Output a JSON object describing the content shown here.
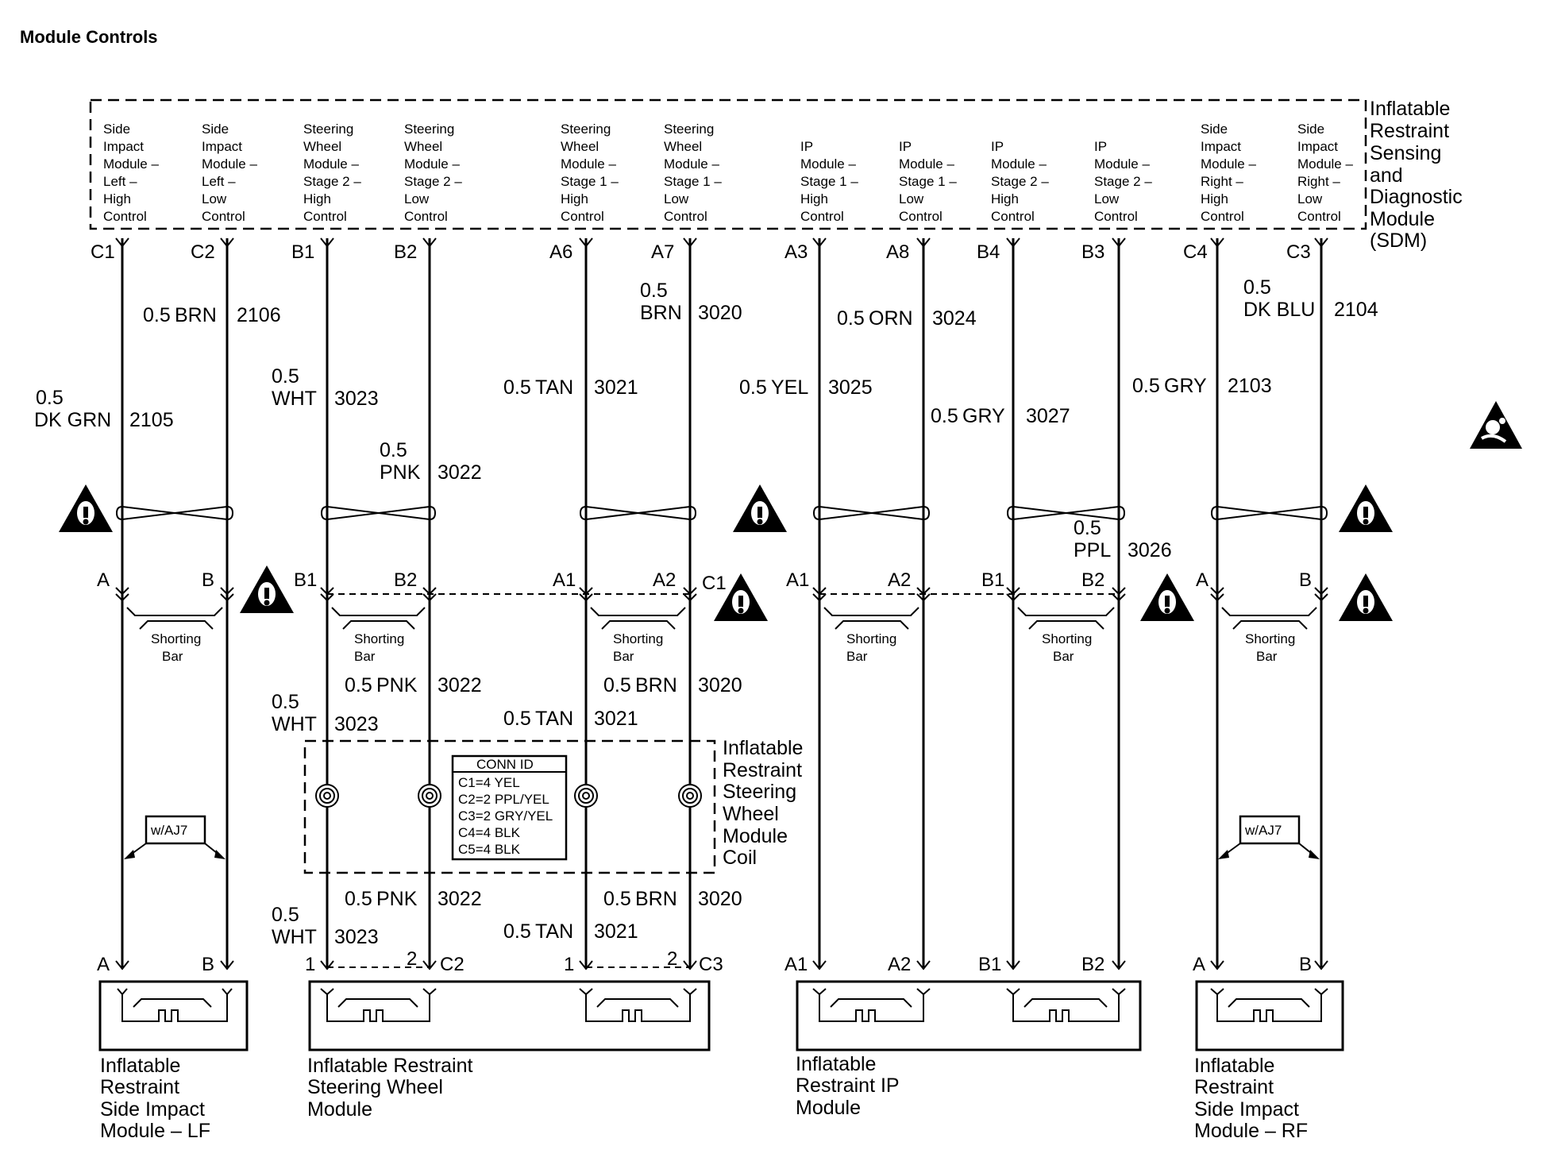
{
  "title": "Module Controls",
  "sdm": {
    "label_lines": [
      "Inflatable",
      "Restraint",
      "Sensing",
      "and",
      "Diagnostic",
      "Module",
      "(SDM)"
    ],
    "controls": [
      {
        "lines": [
          "Side",
          "Impact",
          "Module –",
          "Left –",
          "High",
          "Control"
        ],
        "pin": "C1"
      },
      {
        "lines": [
          "Side",
          "Impact",
          "Module –",
          "Left –",
          "Low",
          "Control"
        ],
        "pin": "C2"
      },
      {
        "lines": [
          "Steering",
          "Wheel",
          "Module –",
          "Stage 2 –",
          "High",
          "Control"
        ],
        "pin": "B1"
      },
      {
        "lines": [
          "Steering",
          "Wheel",
          "Module –",
          "Stage 2 –",
          "Low",
          "Control"
        ],
        "pin": "B2"
      },
      {
        "lines": [
          "Steering",
          "Wheel",
          "Module –",
          "Stage 1 –",
          "High",
          "Control"
        ],
        "pin": "A6"
      },
      {
        "lines": [
          "Steering",
          "Wheel",
          "Module –",
          "Stage 1 –",
          "Low",
          "Control"
        ],
        "pin": "A7"
      },
      {
        "lines": [
          "IP",
          "Module –",
          "Stage 1 –",
          "High",
          "Control"
        ],
        "pin": "A3"
      },
      {
        "lines": [
          "IP",
          "Module –",
          "Stage 1 –",
          "Low",
          "Control"
        ],
        "pin": "A8"
      },
      {
        "lines": [
          "IP",
          "Module –",
          "Stage 2 –",
          "High",
          "Control"
        ],
        "pin": "B4"
      },
      {
        "lines": [
          "IP",
          "Module –",
          "Stage 2 –",
          "Low",
          "Control"
        ],
        "pin": "B3"
      },
      {
        "lines": [
          "Side",
          "Impact",
          "Module –",
          "Right –",
          "High",
          "Control"
        ],
        "pin": "C4"
      },
      {
        "lines": [
          "Side",
          "Impact",
          "Module –",
          "Right –",
          "Low",
          "Control"
        ],
        "pin": "C3"
      }
    ]
  },
  "wires_upper": [
    {
      "size": "0.5",
      "color": "DK GRN",
      "circuit": "2105"
    },
    {
      "size": "0.5",
      "color": "BRN",
      "circuit": "2106"
    },
    {
      "size": "0.5",
      "color": "WHT",
      "circuit": "3023"
    },
    {
      "size": "0.5",
      "color": "PNK",
      "circuit": "3022"
    },
    {
      "size": "0.5",
      "color": "TAN",
      "circuit": "3021"
    },
    {
      "size": "0.5",
      "color": "BRN",
      "circuit": "3020"
    },
    {
      "size": "0.5",
      "color": "YEL",
      "circuit": "3025"
    },
    {
      "size": "0.5",
      "color": "ORN",
      "circuit": "3024"
    },
    {
      "size": "0.5",
      "color": "GRY",
      "circuit": "3027"
    },
    {
      "size": "0.5",
      "color": "PPL",
      "circuit": "3026"
    },
    {
      "size": "0.5",
      "color": "GRY",
      "circuit": "2103"
    },
    {
      "size": "0.5",
      "color": "DK BLU",
      "circuit": "2104"
    }
  ],
  "connector_pins_mid": [
    "A",
    "B",
    "B1",
    "B2",
    "A1",
    "A2",
    "C1",
    "A1",
    "A2",
    "B1",
    "B2",
    "A",
    "B"
  ],
  "shorting_bar": [
    "Shorting",
    "Bar"
  ],
  "coil": {
    "label_lines": [
      "Inflatable",
      "Restraint",
      "Steering",
      "Wheel",
      "Module",
      "Coil"
    ],
    "wires_above": [
      {
        "size": "0.5",
        "color": "WHT",
        "circuit": "3023"
      },
      {
        "size": "0.5",
        "color": "PNK",
        "circuit": "3022"
      },
      {
        "size": "0.5",
        "color": "TAN",
        "circuit": "3021"
      },
      {
        "size": "0.5",
        "color": "BRN",
        "circuit": "3020"
      }
    ],
    "wires_below": [
      {
        "size": "0.5",
        "color": "WHT",
        "circuit": "3023"
      },
      {
        "size": "0.5",
        "color": "PNK",
        "circuit": "3022"
      },
      {
        "size": "0.5",
        "color": "TAN",
        "circuit": "3021"
      },
      {
        "size": "0.5",
        "color": "BRN",
        "circuit": "3020"
      }
    ],
    "conn_id": {
      "title": "CONN ID",
      "rows": [
        "C1=4 YEL",
        "C2=2 PPL/YEL",
        "C3=2 GRY/YEL",
        "C4=4 BLK",
        "C5=4 BLK"
      ]
    }
  },
  "option_tag": "w/AJ7",
  "bottom_pins": [
    "A",
    "B",
    "1",
    "2",
    "C2",
    "1",
    "2",
    "C3",
    "A1",
    "A2",
    "B1",
    "B2",
    "A",
    "B"
  ],
  "modules": [
    {
      "lines": [
        "Inflatable",
        "Restraint",
        "Side Impact",
        "Module – LF"
      ]
    },
    {
      "lines": [
        "Inflatable Restraint",
        "Steering Wheel",
        "Module"
      ]
    },
    {
      "lines": [
        "Inflatable",
        "Restraint IP",
        "Module"
      ]
    },
    {
      "lines": [
        "Inflatable",
        "Restraint",
        "Side Impact",
        "Module – RF"
      ]
    }
  ],
  "icons": [
    "caution-icon",
    "airbag-icon"
  ]
}
